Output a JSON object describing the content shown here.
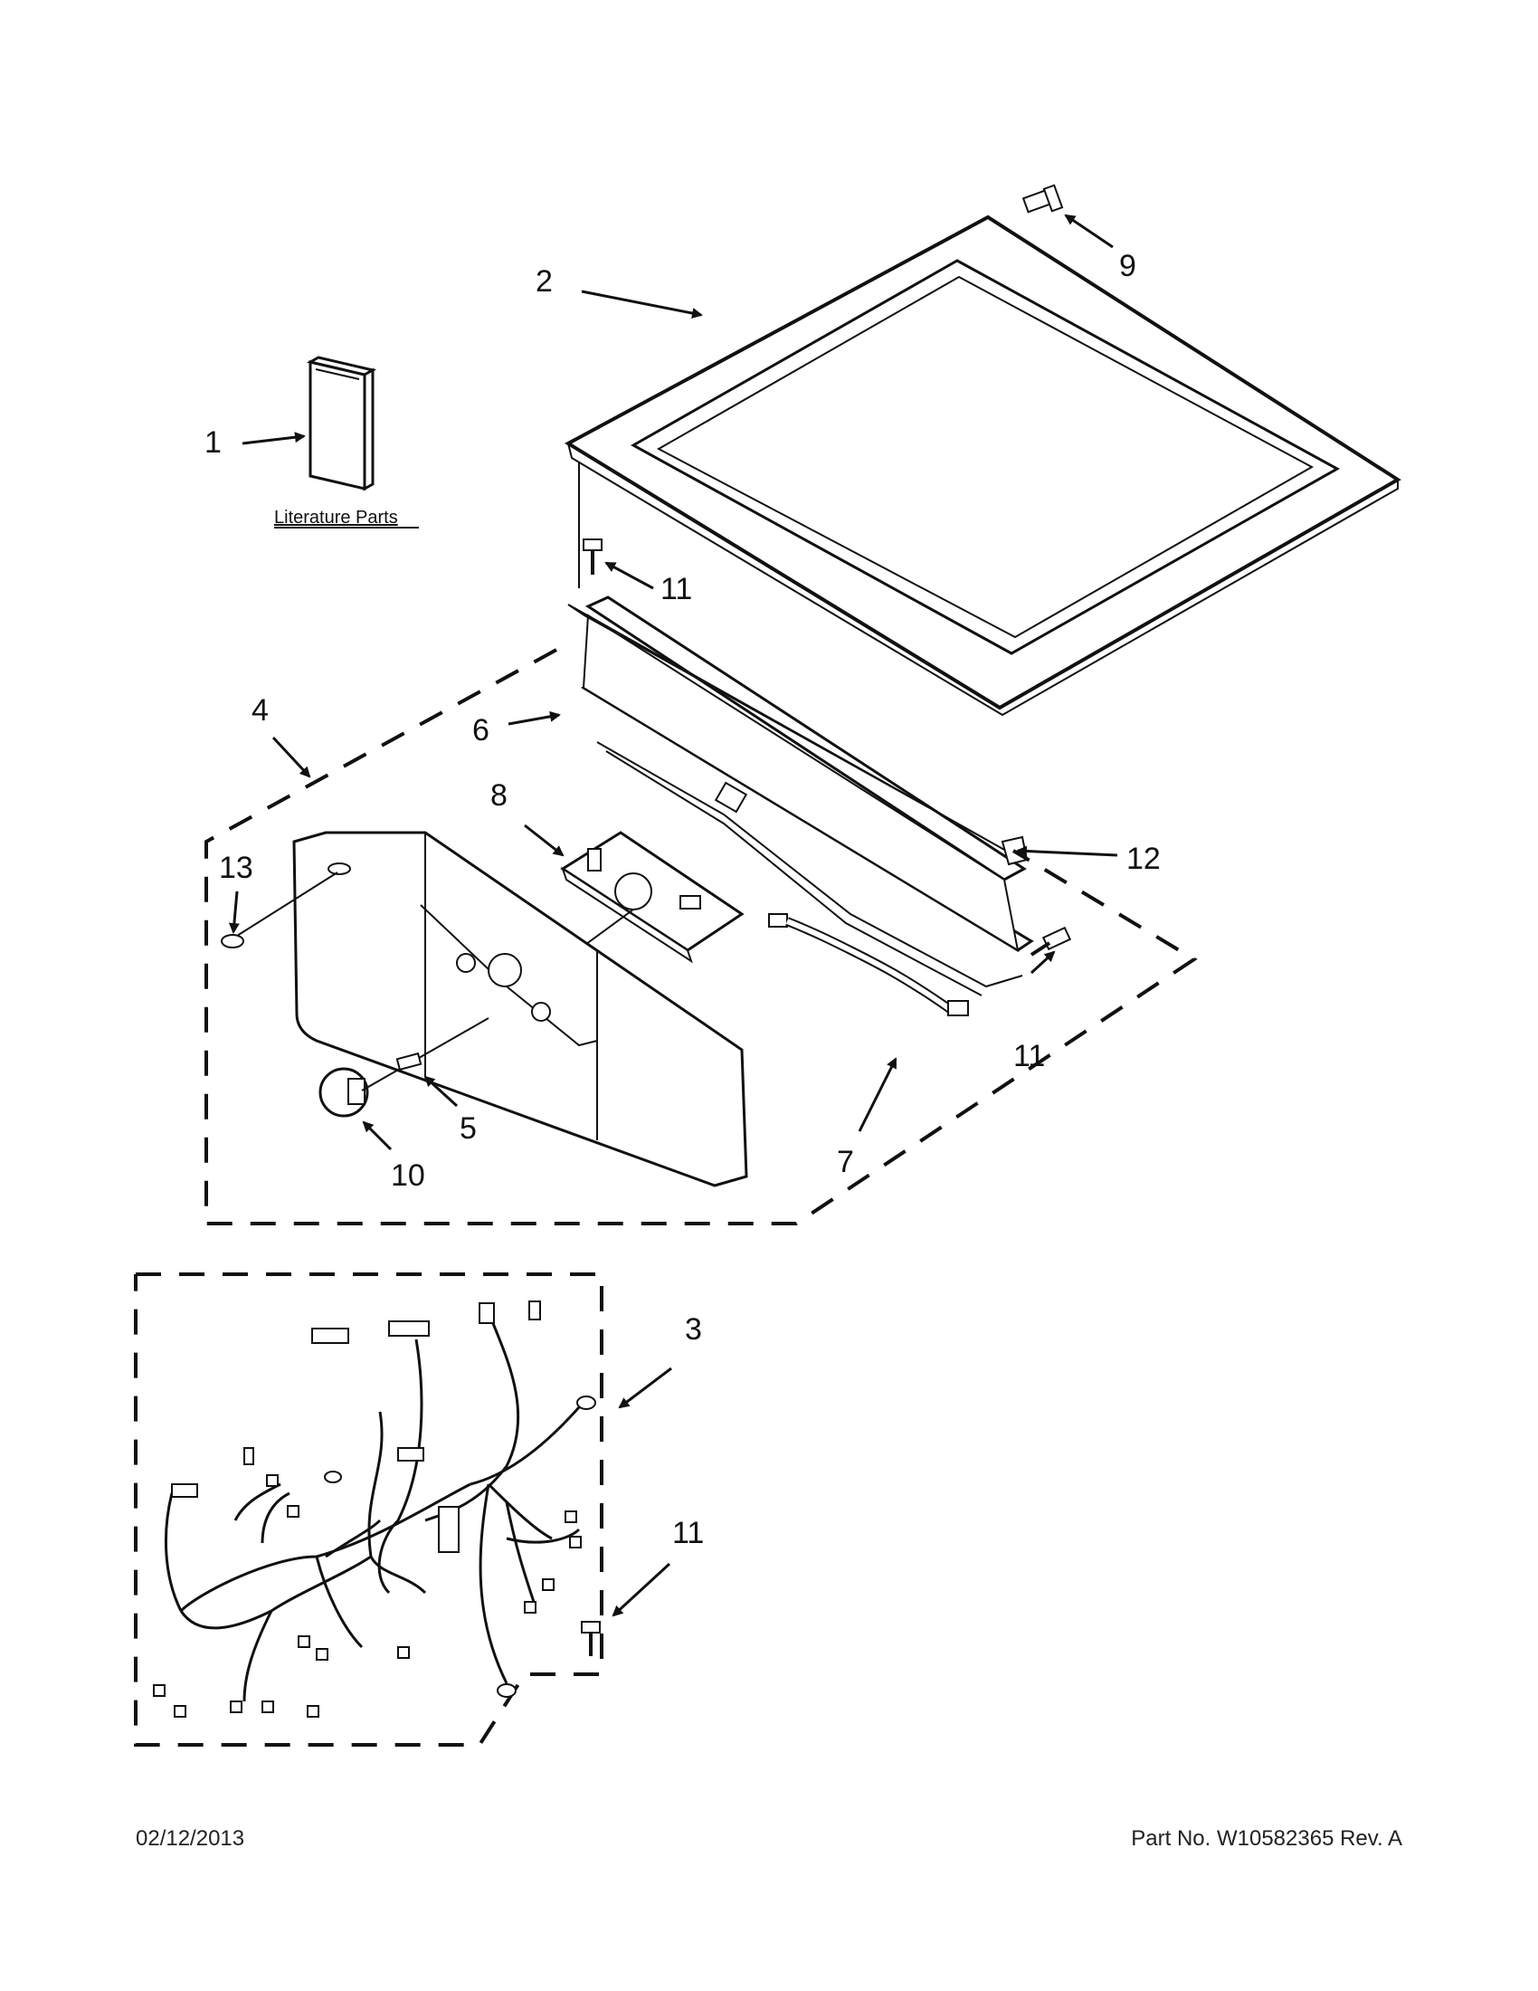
{
  "callouts": [
    "1",
    "2",
    "3",
    "4",
    "5",
    "6",
    "7",
    "8",
    "9",
    "10",
    "11",
    "12",
    "13"
  ],
  "literature_label": "Literature Parts",
  "footer": {
    "date": "02/12/2013",
    "part_number": "Part No.  W10582365  Rev.  A"
  }
}
